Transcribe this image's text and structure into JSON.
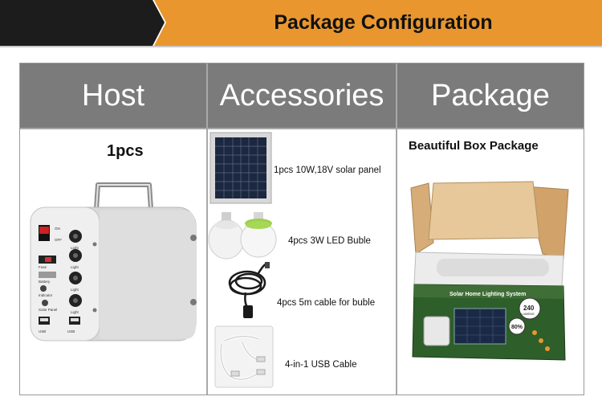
{
  "banner": {
    "title": "Package Configuration"
  },
  "table": {
    "headers": [
      "Host",
      "Accessories",
      "Package"
    ],
    "host": {
      "quantity": "1pcs",
      "panel_labels": {
        "on": "ON",
        "off": "OFF",
        "fuse": "Fuse",
        "battery": "Battery",
        "indicator": "Indicator",
        "solar_panel": "Solar Panel",
        "light": "Light",
        "usb": "USB"
      }
    },
    "accessories": [
      "1pcs 10W,18V solar panel",
      "4pcs 3W LED Buble",
      "4pcs 5m cable for buble",
      "4-in-1 USB Cable"
    ],
    "package": {
      "title": "Beautiful Box Package",
      "box_text": "Solar Home Lighting System",
      "lumens": "240",
      "lumens_unit": "LUMENS",
      "percent": "80%"
    }
  }
}
